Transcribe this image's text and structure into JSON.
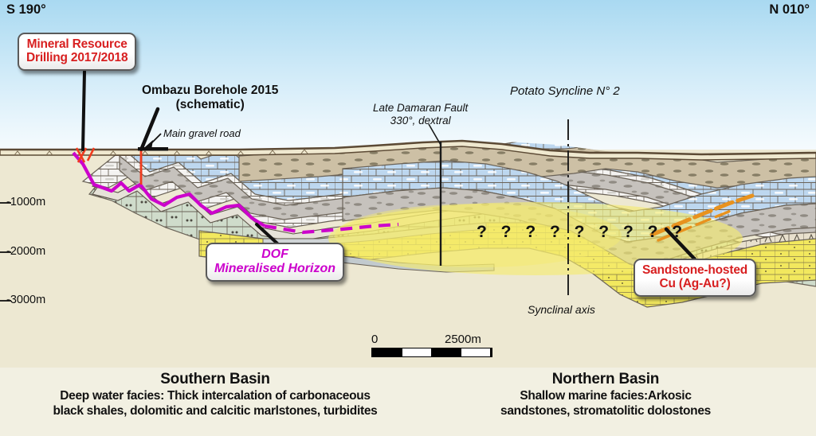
{
  "figure": {
    "type": "geological-cross-section",
    "compass_left": "S 190°",
    "compass_right": "N 010°"
  },
  "callouts": {
    "mineral_resource": "Mineral Resource\nDrilling 2017/2018",
    "dof": "DOF\nMineralised Horizon",
    "sandstone": "Sandstone-hosted\nCu (Ag-Au?)"
  },
  "labels": {
    "ombazu": "Ombazu Borehole 2015\n(schematic)",
    "gravel_road": "Main gravel road",
    "fault": "Late Damaran Fault\n330°, dextral",
    "potato_syncline": "Potato Syncline N° 2",
    "synclinal_axis": "Synclinal axis",
    "question_marks": "?  ?  ?  ?  ?  ?  ?  ?  ?"
  },
  "depth_axis": {
    "ticks": [
      "-1000m",
      "-2000m",
      "-3000m"
    ],
    "unit": "m"
  },
  "scale_bar": {
    "start": "0",
    "end": "2500m"
  },
  "basins": {
    "south": {
      "title": "Southern Basin",
      "description": "Deep water facies: Thick intercalation of carbonaceous\nblack shales, dolomitic and calcitic marlstones, turbidites"
    },
    "north": {
      "title": "Northern Basin",
      "description": "Shallow marine facies:Arkosic\nsandstones, stromatolitic dolostones"
    }
  },
  "colors": {
    "sky_top": "#a9d9f1",
    "sky_bottom": "#f7fbfd",
    "ground": "#ede8d2",
    "surface_band": "#efe8cf",
    "layer_blue": "#bdd7ef",
    "layer_gray": "#c6c2bd",
    "layer_white": "#f3f2f2",
    "layer_green": "#cfdccb",
    "layer_tan": "#cfc3a9",
    "layer_yellow": "#f2e85e",
    "halo_yellow": "#f5ec7a",
    "mineral_magenta": "#cc00cc",
    "mineral_orange": "#e8921e",
    "drill_red": "#f03b1e",
    "callout_red": "#d81f20",
    "line_dark": "#4a3a2a"
  }
}
